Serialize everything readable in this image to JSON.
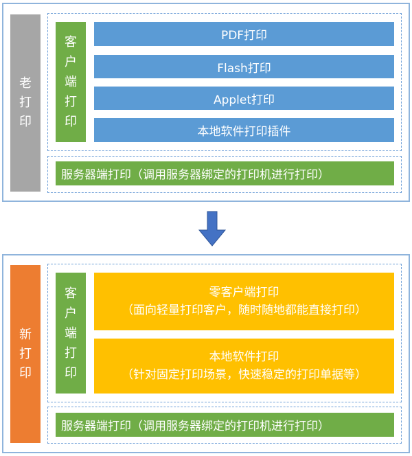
{
  "old_print": {
    "label_chars": [
      "老",
      "打",
      "印"
    ],
    "client_label_chars": [
      "客",
      "户",
      "端",
      "打",
      "印"
    ],
    "client_items": [
      {
        "label": "PDF打印"
      },
      {
        "label": "Flash打印"
      },
      {
        "label": "Applet打印"
      },
      {
        "label": "本地软件打印插件"
      }
    ],
    "server_label": "服务器端打印（调用服务器绑定的打印机进行打印）"
  },
  "arrow": {
    "icon": "arrow-down-icon",
    "color": "#4472c4"
  },
  "new_print": {
    "label_chars": [
      "新",
      "打",
      "印"
    ],
    "client_label_chars": [
      "客",
      "户",
      "端",
      "打",
      "印"
    ],
    "client_items": [
      {
        "title": "零客户端打印",
        "subtitle": "（面向轻量打印客户，随时随地都能直接打印）"
      },
      {
        "title": "本地软件打印",
        "subtitle": "（针对固定打印场景，快速稳定的打印单据等）"
      }
    ],
    "server_label": "服务器端打印（调用服务器绑定的打印机进行打印）"
  },
  "colors": {
    "old_side": "#a6a6a6",
    "new_side": "#ed7d31",
    "client_green": "#70ad47",
    "old_item_blue": "#5b9bd5",
    "new_item_yellow": "#ffc000",
    "frame_border": "#8fb4dc"
  }
}
